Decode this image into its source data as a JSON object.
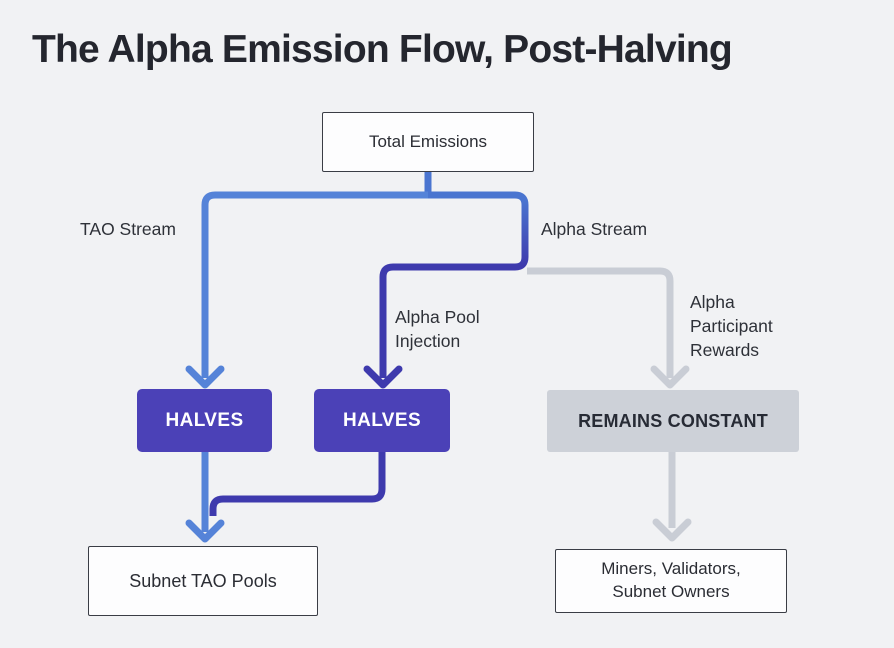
{
  "title": "The Alpha Emission Flow, Post-Halving",
  "colors": {
    "background": "#f1f2f4",
    "tao_blue": "#5583d8",
    "stem_blue": "#4a75d0",
    "indigo": "#3e3aad",
    "halves_purple": "#4b41b7",
    "gray_line": "#c9cdd5",
    "gray_box": "#cdd1d8"
  },
  "nodes": {
    "total_emissions": {
      "label": "Total Emissions"
    },
    "halves_left": {
      "label": "HALVES"
    },
    "halves_center": {
      "label": "HALVES"
    },
    "remains_constant": {
      "label": "REMAINS CONSTANT"
    },
    "subnet_tao_pools": {
      "label": "Subnet TAO Pools"
    },
    "miners_validators": {
      "label": "Miners, Validators,\nSubnet Owners"
    }
  },
  "edge_labels": {
    "tao_stream": "TAO Stream",
    "alpha_stream": "Alpha Stream",
    "alpha_pool_injection": "Alpha Pool\nInjection",
    "alpha_participant_rewards": "Alpha\nParticipant\nRewards"
  }
}
